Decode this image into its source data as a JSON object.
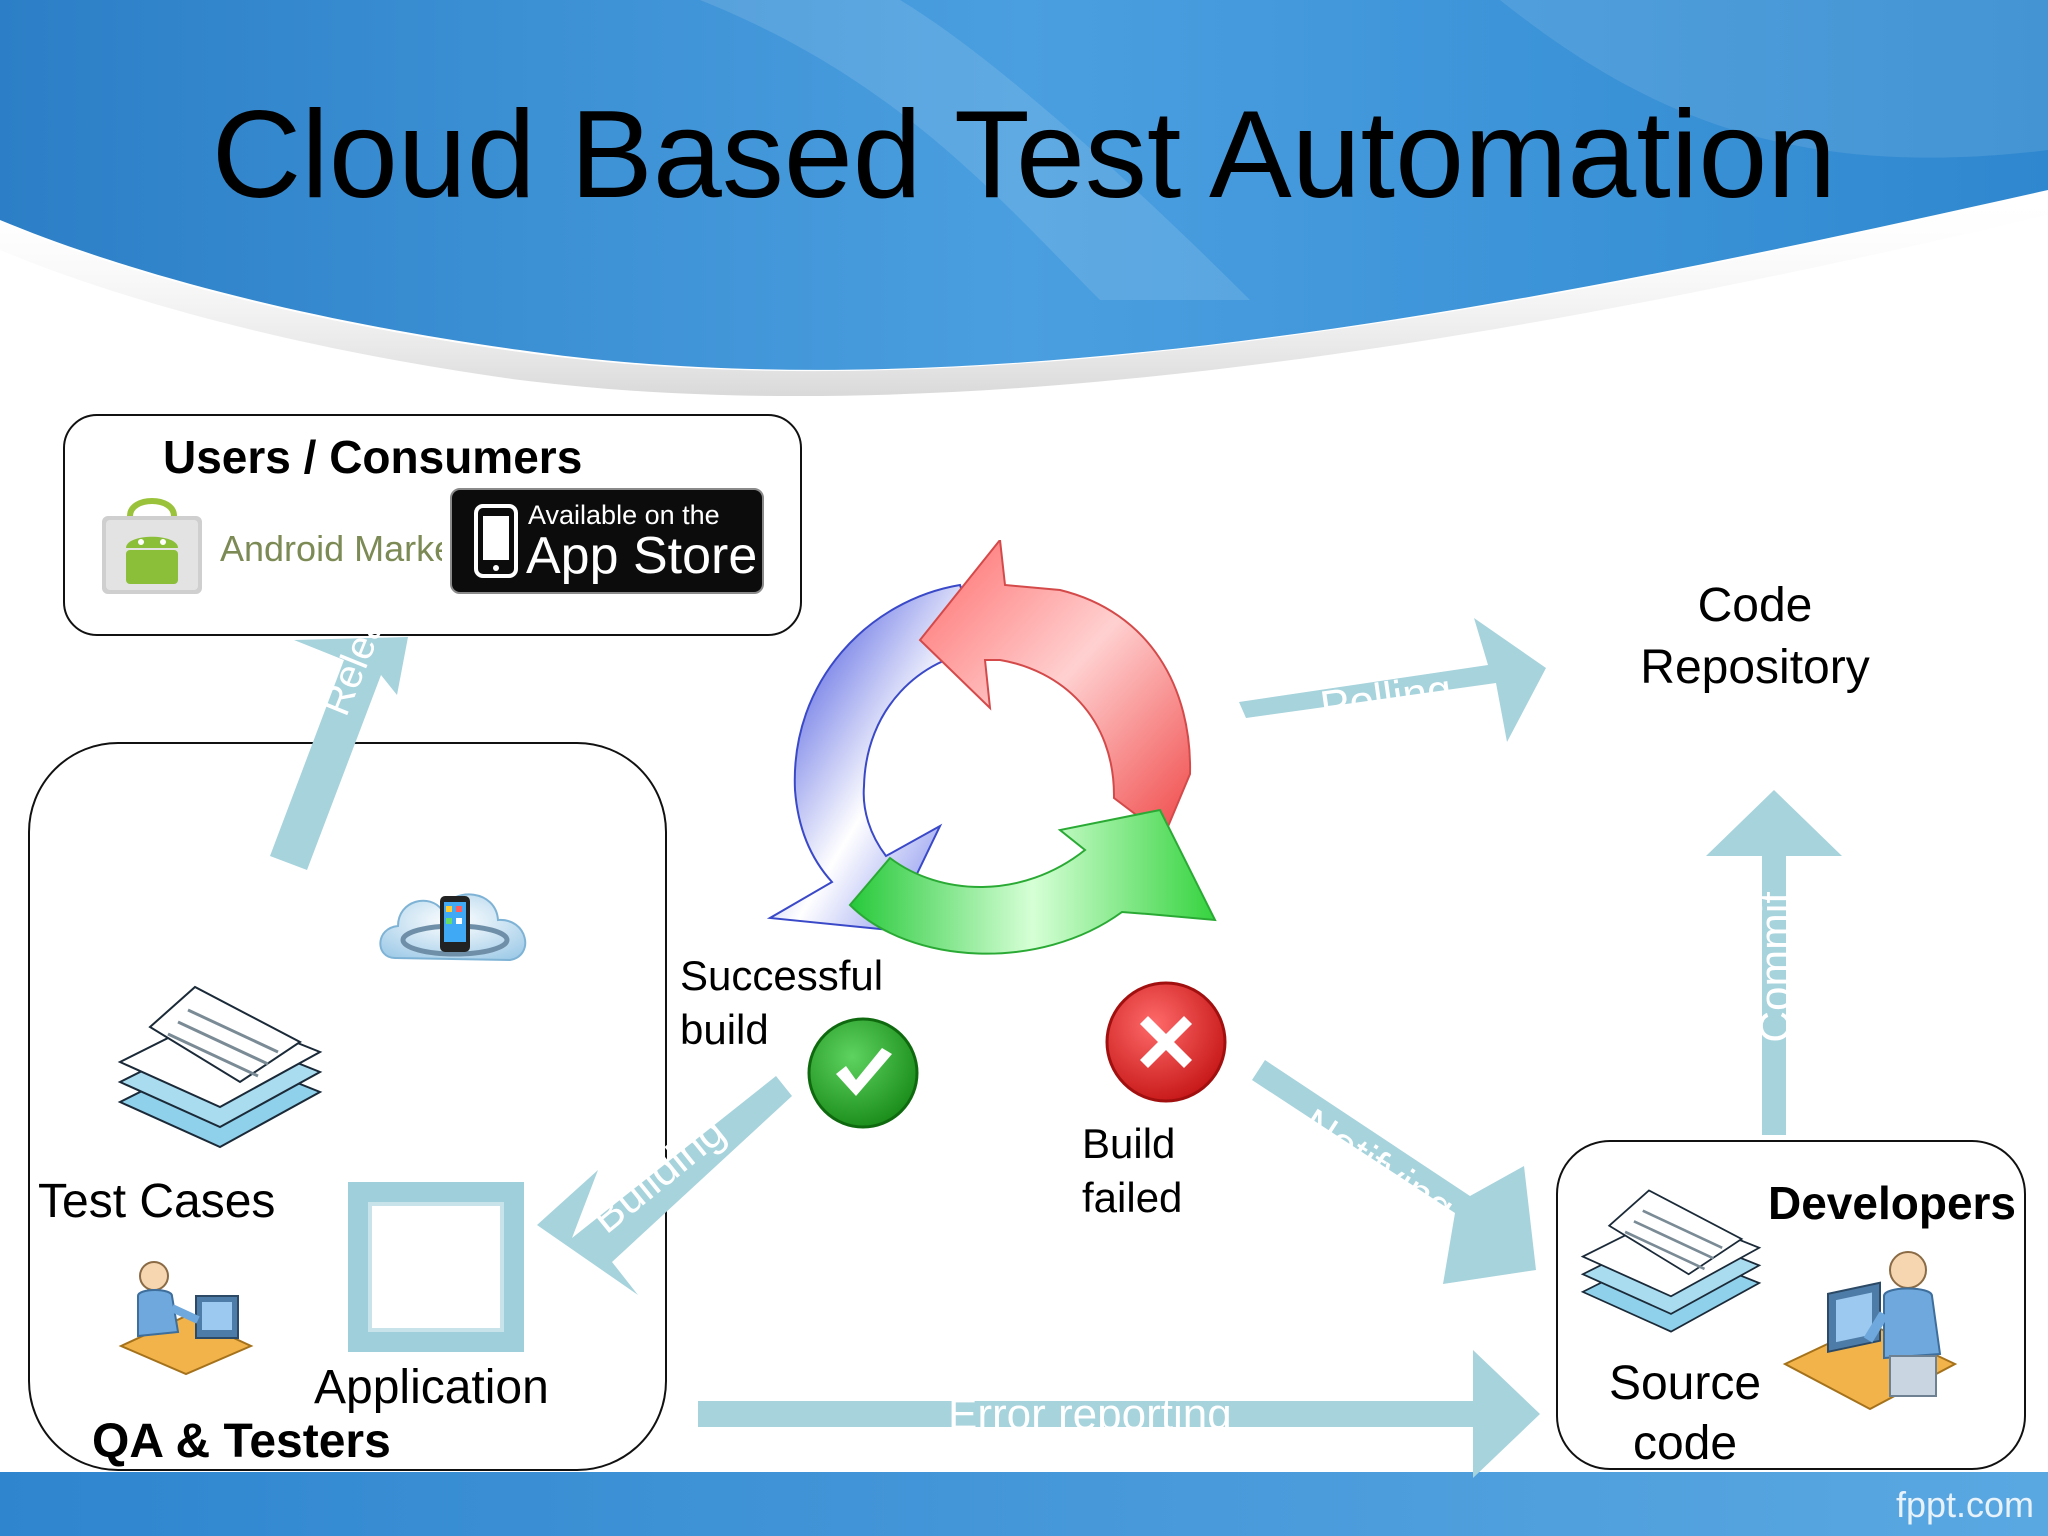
{
  "slide": {
    "title": "Cloud Based Test Automation",
    "footer_brand": "fppt.com"
  },
  "users_box": {
    "heading": "Users / Consumers",
    "android_label": "Android Market",
    "appstore_small": "Available on the",
    "appstore_big": "App Store"
  },
  "qa_box": {
    "test_cases": "Test Cases",
    "application": "Application",
    "group_label": "QA & Testers"
  },
  "cycle": {
    "successful_line1": "Successful",
    "successful_line2": "build",
    "failed_line1": "Build",
    "failed_line2": "failed"
  },
  "repository": {
    "line1": "Code",
    "line2": "Repository"
  },
  "developers_box": {
    "heading": "Developers",
    "source_line1": "Source",
    "source_line2": "code"
  },
  "arrows": {
    "polling": "Polling",
    "commit": "Commit",
    "notifying": "Notifying",
    "building": "Building",
    "error_reporting": "Error reporting",
    "release": "Release"
  },
  "colors": {
    "header_blue": "#3f95d8",
    "arrow_teal": "#a7d3dc",
    "success_green": "#2fa32f",
    "fail_red": "#e02424"
  }
}
